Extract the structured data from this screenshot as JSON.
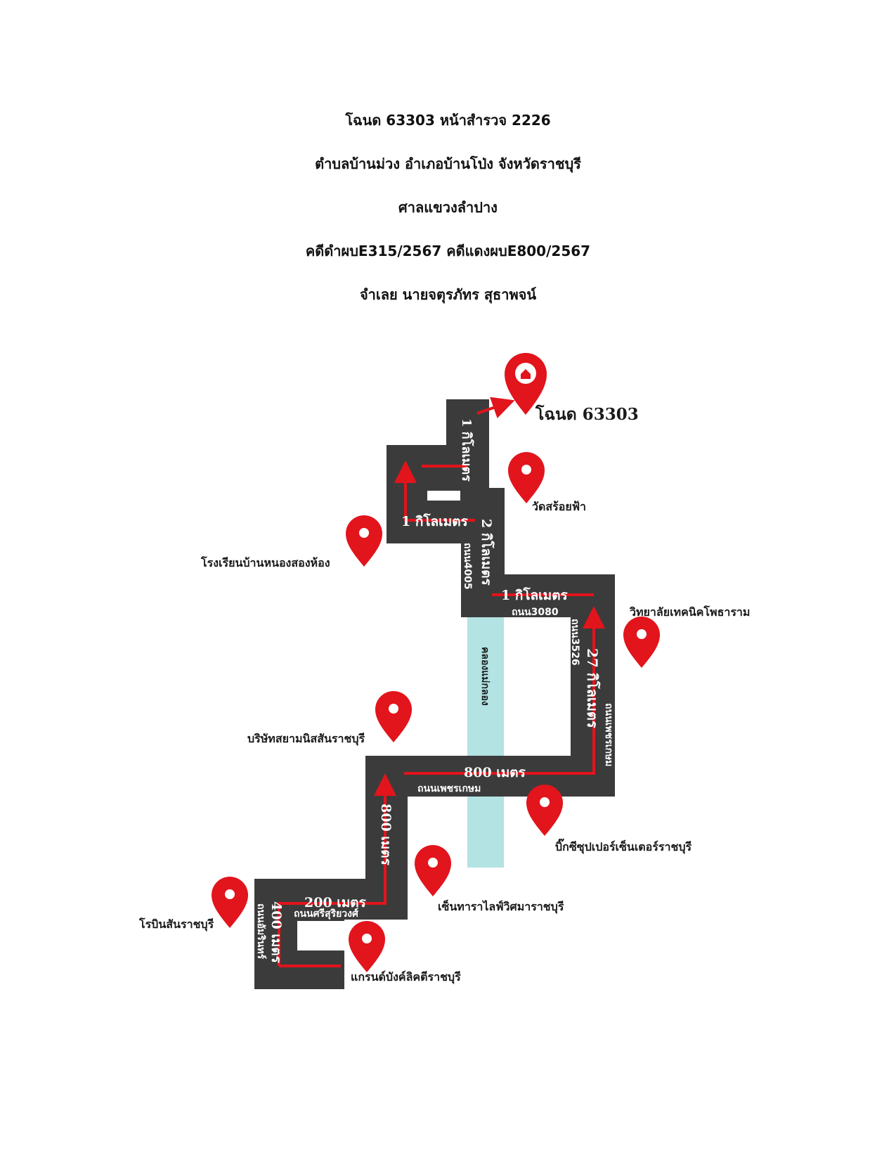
{
  "header": {
    "line1": "โฉนด 63303 หน้าสำรวจ 2226",
    "line2": "ตำบลบ้านม่วง อำเภอบ้านโป่ง จังหวัดราชบุรี",
    "line3": "ศาลแขวงลำปาง",
    "line4": "คดีดำผบE315/2567 คดีแดงผบE800/2567",
    "line5": "จำเลย นายจตุรภัทร สุธาพจน์"
  },
  "map": {
    "destination": "โฉนด 63303",
    "distances": {
      "d1": "1 กิโลเมตร",
      "d2": "1 กิโลเมตร",
      "d3": "2 กิโลเมตร",
      "d4": "1 กิโลเมตร",
      "d5": "27 กิโลเมตร",
      "d6": "800 เมตร",
      "d7": "800 เมตร",
      "d8": "200 เมตร",
      "d9": "400 เมตร"
    },
    "roads": {
      "r4005": "ถนน4005",
      "r3080": "ถนน3080",
      "r3526": "ถนน3526",
      "phetkasem_v": "ถนนเพชรเกษม",
      "phetkasem_h": "ถนนเพชรเกษม",
      "srisuriyawong": "ถนนศรีสุริยวงศ์",
      "amarin": "ถนนอัมรินทร์"
    },
    "canal": "คลองแม่กลอง",
    "pois": {
      "wat": "วัดสร้อยฟ้า",
      "school": "โรงเรียนบ้านหนองสองห้อง",
      "college": "วิทยาลัยเทคนิคโพธาราม",
      "nissan": "บริษัทสยามนิสสันราชบุรี",
      "bigc": "บิ๊กซีซุปเปอร์เซ็นเตอร์ราชบุรี",
      "central": "เซ็นทาราไลฟ์วิศมาราชบุรี",
      "robinson": "โรบินสันราชบุรี",
      "hotel": "แกรนด์บังค์ลิคตีราชบุรี"
    },
    "colors": {
      "road": "#3b3b3b",
      "route": "#e2141c",
      "pin": "#e2141c",
      "canal": "#b3e3e3"
    },
    "icons": {
      "destination": "home-pin-icon",
      "poi": "map-pin-icon"
    }
  }
}
